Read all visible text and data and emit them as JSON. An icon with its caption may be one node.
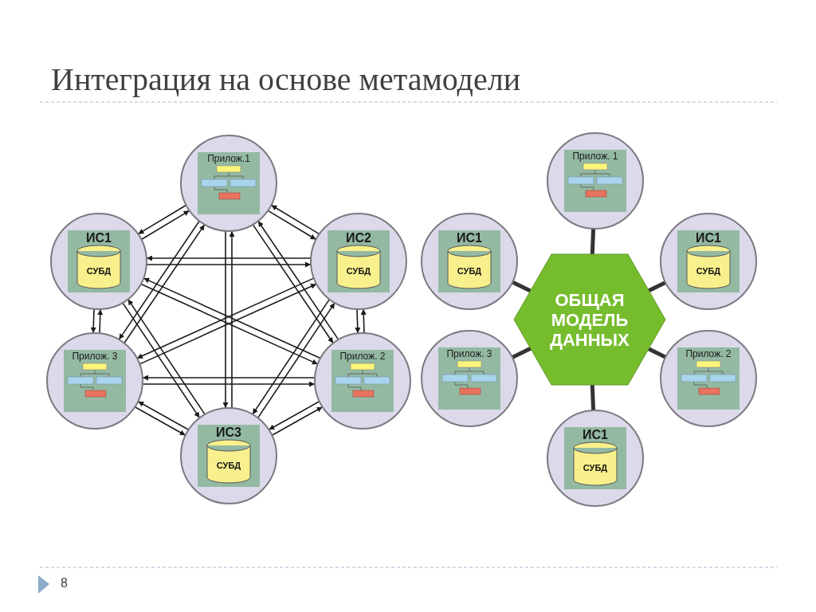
{
  "diagram": {
    "title": "Интеграция на основе метамодели",
    "nodes": [
      {
        "text": [
          "Прилож.1"
        ]
      },
      {
        "text": [
          "ИС1"
        ]
      },
      {
        "text": [
          "СУБД"
        ],
        "in": 1
      },
      {
        "text": [
          "ИС2"
        ]
      },
      {
        "text": [
          "СУБД"
        ],
        "in": 3
      },
      {
        "text": [
          "Прилож. 3"
        ]
      },
      {
        "text": [
          "Прилож. 2"
        ]
      },
      {
        "text": [
          "ИС3"
        ]
      },
      {
        "text": [
          "СУБД"
        ],
        "in": 7
      },
      {
        "text": [
          "Прилож. 1"
        ]
      },
      {
        "text": [
          "ИС1"
        ]
      },
      {
        "text": [
          "СУБД"
        ],
        "in": 10
      },
      {
        "text": [
          "ОБЩАЯ МОДЕЛЬ ДАННЫХ"
        ]
      },
      {
        "text": [
          "ИС1"
        ]
      },
      {
        "text": [
          "СУБД"
        ],
        "in": 13
      },
      {
        "text": [
          "Прилож. 3"
        ]
      },
      {
        "text": [
          "Прилож. 2"
        ]
      },
      {
        "text": [
          "ИС1"
        ]
      },
      {
        "text": [
          "СУБД"
        ],
        "in": 17
      }
    ],
    "edges": [
      {
        "from": 0,
        "to": 1,
        "arrow": "to"
      },
      {
        "from": 1,
        "to": 0,
        "arrow": "to"
      },
      {
        "from": 0,
        "to": 3,
        "arrow": "to"
      },
      {
        "from": 3,
        "to": 0,
        "arrow": "to"
      },
      {
        "from": 0,
        "to": 5,
        "arrow": "to"
      },
      {
        "from": 5,
        "to": 0,
        "arrow": "to"
      },
      {
        "from": 0,
        "to": 6,
        "arrow": "to"
      },
      {
        "from": 6,
        "to": 0,
        "arrow": "to"
      },
      {
        "from": 0,
        "to": 7,
        "arrow": "to"
      },
      {
        "from": 7,
        "to": 0,
        "arrow": "to"
      },
      {
        "from": 1,
        "to": 3,
        "arrow": "to"
      },
      {
        "from": 3,
        "to": 1,
        "arrow": "to"
      },
      {
        "from": 1,
        "to": 5,
        "arrow": "to"
      },
      {
        "from": 5,
        "to": 1,
        "arrow": "to"
      },
      {
        "from": 1,
        "to": 6,
        "arrow": "to"
      },
      {
        "from": 6,
        "to": 1,
        "arrow": "to"
      },
      {
        "from": 1,
        "to": 7,
        "arrow": "to"
      },
      {
        "from": 7,
        "to": 1,
        "arrow": "to"
      },
      {
        "from": 3,
        "to": 5,
        "arrow": "to"
      },
      {
        "from": 5,
        "to": 3,
        "arrow": "to"
      },
      {
        "from": 3,
        "to": 6,
        "arrow": "to"
      },
      {
        "from": 6,
        "to": 3,
        "arrow": "to"
      },
      {
        "from": 3,
        "to": 7,
        "arrow": "to"
      },
      {
        "from": 7,
        "to": 3,
        "arrow": "to"
      },
      {
        "from": 5,
        "to": 6,
        "arrow": "to"
      },
      {
        "from": 6,
        "to": 5,
        "arrow": "to"
      },
      {
        "from": 5,
        "to": 7,
        "arrow": "to"
      },
      {
        "from": 7,
        "to": 5,
        "arrow": "to"
      },
      {
        "from": 6,
        "to": 7,
        "arrow": "to"
      },
      {
        "from": 7,
        "to": 6,
        "arrow": "to"
      },
      {
        "from": 9,
        "to": 12,
        "arrow": "none",
        "style": "thick"
      },
      {
        "from": 10,
        "to": 12,
        "arrow": "none",
        "style": "thick"
      },
      {
        "from": 13,
        "to": 12,
        "arrow": "none",
        "style": "thick"
      },
      {
        "from": 15,
        "to": 12,
        "arrow": "none",
        "style": "thick"
      },
      {
        "from": 16,
        "to": 12,
        "arrow": "none",
        "style": "thick"
      },
      {
        "from": 17,
        "to": 12,
        "arrow": "none",
        "style": "thick"
      }
    ],
    "labels": [
      "8"
    ]
  }
}
